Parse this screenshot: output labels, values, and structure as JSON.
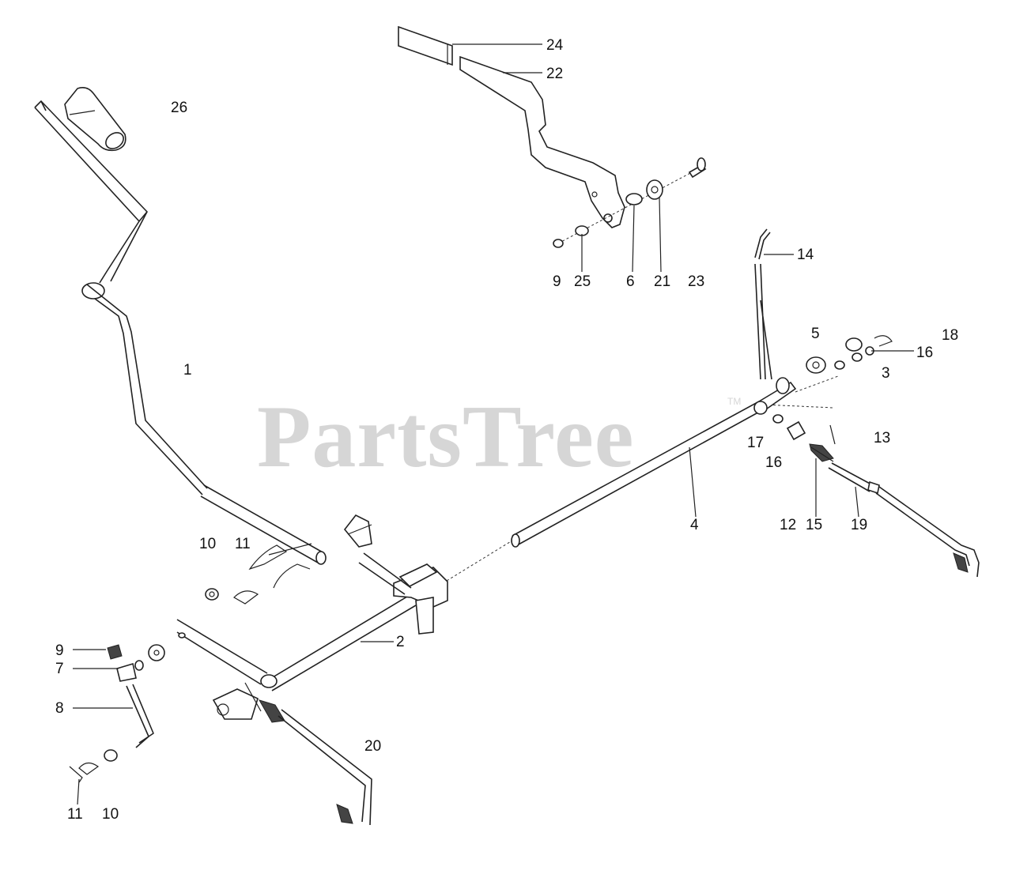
{
  "watermark": {
    "text": "PartsTree",
    "mark": "TM"
  },
  "parts": {
    "p1": "1",
    "p2": "2",
    "p3": "3",
    "p4": "4",
    "p5": "5",
    "p6": "6",
    "p7": "7",
    "p8": "8",
    "p9a": "9",
    "p9b": "9",
    "p10a": "10",
    "p10b": "10",
    "p11a": "11",
    "p11b": "11",
    "p12": "12",
    "p13": "13",
    "p14": "14",
    "p15": "15",
    "p16a": "16",
    "p16b": "16",
    "p17": "17",
    "p18": "18",
    "p19": "19",
    "p20": "20",
    "p21": "21",
    "p22": "22",
    "p23": "23",
    "p24": "24",
    "p25": "25",
    "p26": "26"
  }
}
